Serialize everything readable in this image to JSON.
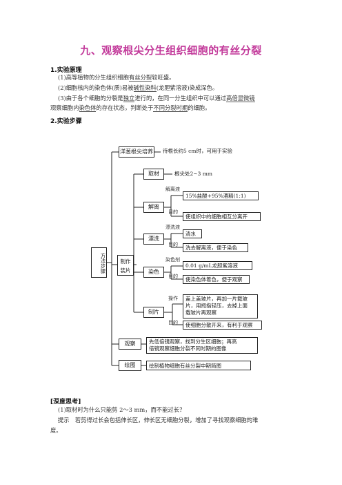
{
  "title": "九、观察根尖分生组织细胞的有丝分裂",
  "section1": {
    "heading": "1.实验原理",
    "item1": {
      "a": "(1)高等植物的分生组织细胞",
      "u": "有丝分裂",
      "b": "较旺盛。"
    },
    "item2": {
      "a": "(2)细胞核内的染色体(质)易被",
      "u": "碱性染料",
      "b": "(龙胆紫溶液)染成深色。"
    },
    "item3": {
      "a": "(3)由于各个细胞的分裂是",
      "u1": "独立",
      "b": "进行的，在同一分生组织中可以通过",
      "u2": "高倍显微镜",
      "c": "观察细胞内",
      "u3": "染色体",
      "d": "的存在状态，判断处于",
      "u4": "不同分裂时期",
      "e": "的细胞。"
    }
  },
  "section2": {
    "heading": "2.实验步骤"
  },
  "flow": {
    "root": "方法步骤",
    "culture": {
      "label": "洋葱根尖培养",
      "text": "待根长约5 cm时，可用于实验"
    },
    "make": "制作装片",
    "take": {
      "label": "取材",
      "text": "根尖处2~3 mm"
    },
    "dissociate": {
      "label": "解离",
      "solution_label": "解离液",
      "solution": "15%盐酸+95%酒精(1:1)",
      "purpose_label": "目的",
      "purpose": "使组织中的细胞相互分离开"
    },
    "rinse": {
      "label": "漂洗",
      "solution_label": "漂洗液",
      "solution": "清水",
      "purpose_label": "目的",
      "purpose": "洗去解离液，便于染色"
    },
    "stain": {
      "label": "染色",
      "solution_label": "染色剂",
      "solution": "0.01 g/mL龙胆紫溶液",
      "purpose_label": "目的",
      "purpose": "使染色体着色，便于观察"
    },
    "squash": {
      "label": "制片",
      "op_label": "操作",
      "op_line1": "盖上盖玻片，再加一片载玻",
      "op_line2": "片，用拇指轻压，去掉上面",
      "op_line3": "载玻片再观察",
      "purpose_label": "目的",
      "purpose": "使细胞分散开来，有利于观察"
    },
    "observe": {
      "label": "观察",
      "line1": "先低倍镜观察，找到分生区细胞；再高",
      "line2": "倍镜观察细胞分裂不同时期的图像"
    },
    "draw": {
      "label": "绘图",
      "text": "绘制植物细胞有丝分裂中期简图"
    }
  },
  "deep": {
    "heading": "[深度思考]",
    "question": "(1)取材时为什么只能剪 2～3 mm，而不能过长？",
    "answer1": "提示　若剪得过长会包括伸长区，伸长区无细胞分裂，增加了寻找观察细胞的难",
    "answer2": "度。"
  }
}
